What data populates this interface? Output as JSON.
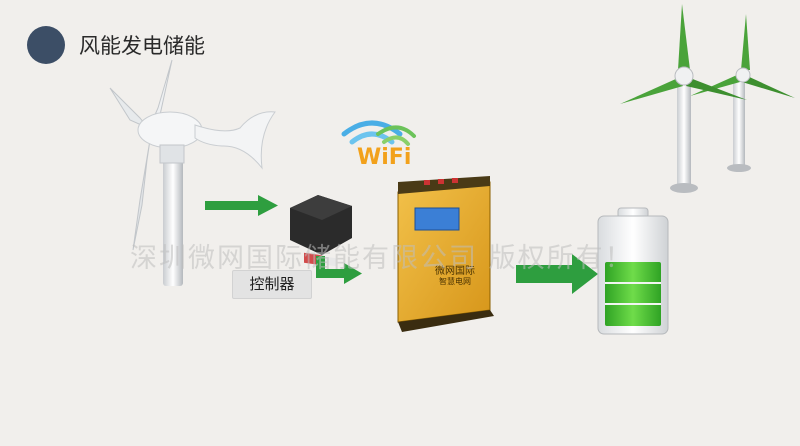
{
  "header": {
    "title": "风能发电储能",
    "icon": "tools-icon"
  },
  "watermark": "深圳微网国际储能有限公司 版权所有！",
  "controller": {
    "label": "控制器"
  },
  "inverter": {
    "label_line1": "微网国际",
    "label_line2": "智慧电网"
  },
  "wifi": {
    "label": "WiFi"
  },
  "colors": {
    "header_icon_bg": "#3c4e66",
    "arrow_green": "#2e9e3f",
    "inverter_gold": "#e3a825",
    "battery_green": "#3cbf2e",
    "turbine_blade_green": "#4aa33a"
  }
}
